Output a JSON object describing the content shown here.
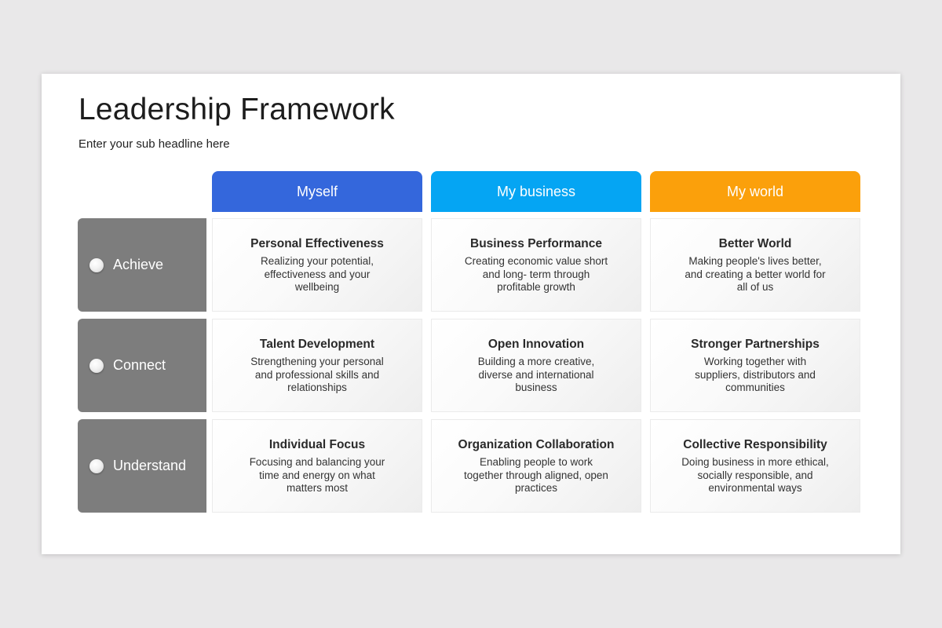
{
  "title": "Leadership Framework",
  "subtitle": "Enter your sub headline here",
  "colors": {
    "myself": "#3467dc",
    "my_business": "#05a5f3",
    "my_world": "#fba00b",
    "row_header": "#7d7d7d"
  },
  "columns": [
    {
      "label": "Myself"
    },
    {
      "label": "My business"
    },
    {
      "label": "My world"
    }
  ],
  "rows": [
    {
      "label": "Achieve",
      "icon": "circle-bullet-icon",
      "cells": [
        {
          "title": "Personal Effectiveness",
          "desc": "Realizing your potential, effectiveness and your wellbeing"
        },
        {
          "title": "Business Performance",
          "desc": "Creating economic value short and long- term through profitable growth"
        },
        {
          "title": "Better World",
          "desc": "Making people's lives better, and creating a better world for all of us"
        }
      ]
    },
    {
      "label": "Connect",
      "icon": "circle-bullet-icon",
      "cells": [
        {
          "title": "Talent Development",
          "desc": "Strengthening your personal and professional skills and relationships"
        },
        {
          "title": "Open Innovation",
          "desc": "Building a more creative, diverse and international business"
        },
        {
          "title": "Stronger Partnerships",
          "desc": "Working together with suppliers, distributors and communities"
        }
      ]
    },
    {
      "label": "Understand",
      "icon": "circle-bullet-icon",
      "cells": [
        {
          "title": "Individual Focus",
          "desc": "Focusing and balancing your time and energy on what matters most"
        },
        {
          "title": "Organization Collaboration",
          "desc": "Enabling people to work together through aligned, open practices"
        },
        {
          "title": "Collective Responsibility",
          "desc": "Doing business in more ethical, socially responsible, and environmental ways"
        }
      ]
    }
  ]
}
